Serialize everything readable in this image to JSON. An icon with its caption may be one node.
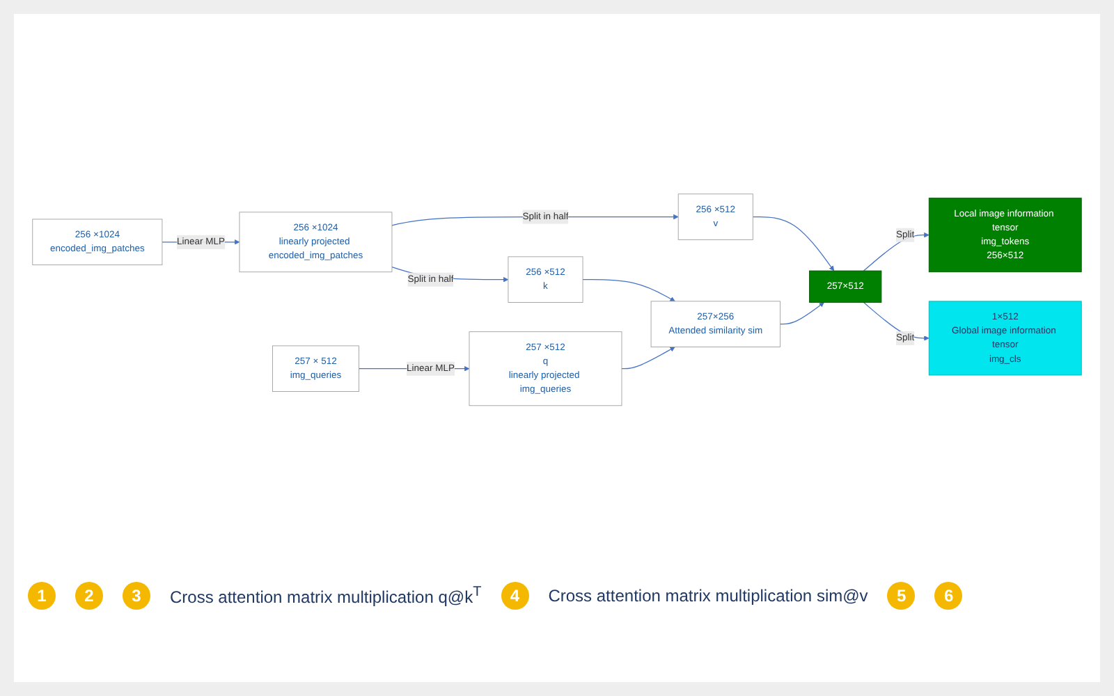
{
  "diagram": {
    "nodes": [
      {
        "text": [
          "256 ×1024",
          "encoded_img_patches"
        ]
      },
      {
        "text": [
          "256 ×1024",
          "linearly projected encoded_img_patches"
        ]
      },
      {
        "text": [
          "256 ×512",
          "v"
        ]
      },
      {
        "text": [
          "256 ×512",
          "k"
        ]
      },
      {
        "text": [
          "257 × 512",
          "img_queries"
        ]
      },
      {
        "text": [
          "257 ×512",
          "q",
          "linearly projected img_queries"
        ]
      },
      {
        "text": [
          "257×256",
          "Attended similarity sim"
        ]
      },
      {
        "text": [
          "257×512"
        ]
      },
      {
        "text": [
          "Local image information tensor",
          "img_tokens",
          "256×512"
        ]
      },
      {
        "text": [
          "1×512",
          "Global image information tensor",
          "img_cls"
        ]
      }
    ],
    "edges": [
      {
        "from": 0,
        "to": 1,
        "arrow": "to",
        "label": "Linear MLP"
      },
      {
        "from": 1,
        "to": 2,
        "arrow": "to",
        "label": "Split in half"
      },
      {
        "from": 1,
        "to": 3,
        "arrow": "to",
        "label": "Split in half"
      },
      {
        "from": 4,
        "to": 5,
        "arrow": "to",
        "label": "Linear MLP"
      },
      {
        "from": 3,
        "to": 6,
        "arrow": "to"
      },
      {
        "from": 5,
        "to": 6,
        "arrow": "to"
      },
      {
        "from": 2,
        "to": 7,
        "arrow": "to"
      },
      {
        "from": 6,
        "to": 7,
        "arrow": "to"
      },
      {
        "from": 7,
        "to": 8,
        "arrow": "to",
        "label": "Split"
      },
      {
        "from": 7,
        "to": 9,
        "arrow": "to",
        "label": "Split"
      }
    ],
    "labels": [
      "1",
      "2",
      "3",
      "Cross attention matrix multiplication q@k$^{T}$",
      "4",
      "Cross attention matrix multiplication sim@v",
      "5",
      "6"
    ]
  }
}
